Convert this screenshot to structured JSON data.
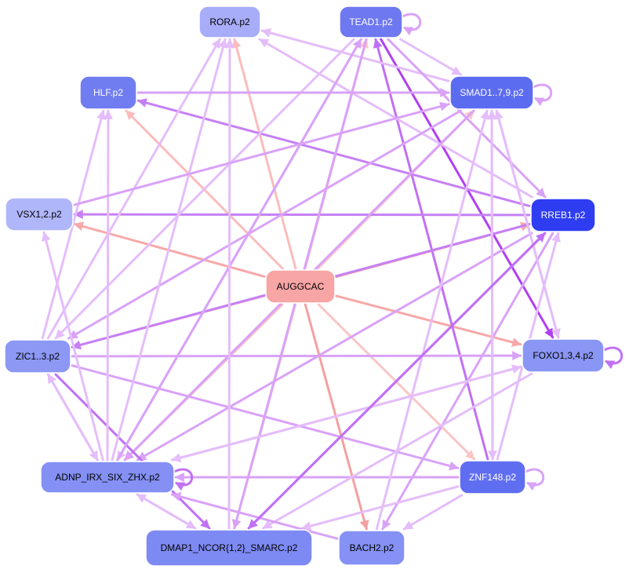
{
  "nodes": [
    {
      "id": "AUGGCAC",
      "label": "AUGGCAC",
      "fill": "#f8a5a5",
      "text": "#000000"
    },
    {
      "id": "RORA",
      "label": "RORA.p2",
      "fill": "#a8adf9",
      "text": "#000000"
    },
    {
      "id": "TEAD1",
      "label": "TEAD1.p2",
      "fill": "#6e78f0",
      "text": "#ffffff"
    },
    {
      "id": "HLF",
      "label": "HLF.p2",
      "fill": "#707df0",
      "text": "#ffffff"
    },
    {
      "id": "SMAD",
      "label": "SMAD1..7,9.p2",
      "fill": "#5c6cf1",
      "text": "#ffffff"
    },
    {
      "id": "VSX",
      "label": "VSX1,2.p2",
      "fill": "#b0b6fa",
      "text": "#000000"
    },
    {
      "id": "RREB1",
      "label": "RREB1.p2",
      "fill": "#2e3df2",
      "text": "#ffffff"
    },
    {
      "id": "ZIC",
      "label": "ZIC1..3.p2",
      "fill": "#8c98f4",
      "text": "#000000"
    },
    {
      "id": "FOXO",
      "label": "FOXO1,3,4.p2",
      "fill": "#8a96f4",
      "text": "#000000"
    },
    {
      "id": "ADNP",
      "label": "ADNP_IRX_SIX_ZHX.p2",
      "fill": "#8490f3",
      "text": "#000000"
    },
    {
      "id": "ZNF148",
      "label": "ZNF148.p2",
      "fill": "#5f6ef0",
      "text": "#ffffff"
    },
    {
      "id": "DMAP1",
      "label": "DMAP1_NCOR{1,2}_SMARC.p2",
      "fill": "#7e8af3",
      "text": "#000000"
    },
    {
      "id": "BACH2",
      "label": "BACH2.p2",
      "fill": "#8591f4",
      "text": "#000000"
    }
  ],
  "edges": [
    {
      "from": "AUGGCAC",
      "to": "RORA",
      "color": "#fbbcbc"
    },
    {
      "from": "AUGGCAC",
      "to": "TEAD1",
      "color": "#fbc6c6"
    },
    {
      "from": "AUGGCAC",
      "to": "HLF",
      "color": "#fbbcbc"
    },
    {
      "from": "AUGGCAC",
      "to": "SMAD",
      "color": "#fbc6c6"
    },
    {
      "from": "AUGGCAC",
      "to": "VSX",
      "color": "#f7a8a8"
    },
    {
      "from": "AUGGCAC",
      "to": "RREB1",
      "color": "#f7a8a8"
    },
    {
      "from": "AUGGCAC",
      "to": "ZIC",
      "color": "#fbc6c6"
    },
    {
      "from": "AUGGCAC",
      "to": "FOXO",
      "color": "#f7a8a8"
    },
    {
      "from": "AUGGCAC",
      "to": "ADNP",
      "color": "#fbbcbc"
    },
    {
      "from": "AUGGCAC",
      "to": "ZNF148",
      "color": "#fbc6c6"
    },
    {
      "from": "AUGGCAC",
      "to": "DMAP1",
      "color": "#fbc6c6"
    },
    {
      "from": "AUGGCAC",
      "to": "BACH2",
      "color": "#f4a0a0"
    },
    {
      "from": "TEAD1",
      "to": "FOXO",
      "color": "#b040f0"
    },
    {
      "from": "ZNF148",
      "to": "TEAD1",
      "color": "#c070f5"
    },
    {
      "from": "RREB1",
      "to": "HLF",
      "color": "#c680f5"
    },
    {
      "from": "RREB1",
      "to": "VSX",
      "color": "#c680f5"
    },
    {
      "from": "RREB1",
      "to": "ZIC",
      "color": "#c680f5"
    },
    {
      "from": "RREB1",
      "to": "DMAP1",
      "color": "#c070f5"
    },
    {
      "from": "RREB1",
      "to": "ADNP",
      "color": "#d9a2f8"
    },
    {
      "from": "RREB1",
      "to": "BACH2",
      "color": "#d9a2f8"
    },
    {
      "from": "RREB1",
      "to": "RORA",
      "color": "#e4bdfa"
    },
    {
      "from": "SMAD",
      "to": "RORA",
      "color": "#e4bdfa"
    },
    {
      "from": "SMAD",
      "to": "ZIC",
      "color": "#d9a2f8"
    },
    {
      "from": "SMAD",
      "to": "ADNP",
      "color": "#d9a2f8"
    },
    {
      "from": "SMAD",
      "to": "FOXO",
      "color": "#e4bdfa"
    },
    {
      "from": "SMAD",
      "to": "ZNF148",
      "color": "#e4bdfa"
    },
    {
      "from": "TEAD1",
      "to": "RREB1",
      "color": "#d9a2f8"
    },
    {
      "from": "TEAD1",
      "to": "SMAD",
      "color": "#e4bdfa"
    },
    {
      "from": "TEAD1",
      "to": "ADNP",
      "color": "#e4bdfa"
    },
    {
      "from": "TEAD1",
      "to": "DMAP1",
      "color": "#d9a2f8"
    },
    {
      "from": "TEAD1",
      "to": "ZIC",
      "color": "#e4bdfa"
    },
    {
      "from": "ZIC",
      "to": "FOXO",
      "color": "#d9a2f8"
    },
    {
      "from": "ZIC",
      "to": "RORA",
      "color": "#e4bdfa"
    },
    {
      "from": "ZIC",
      "to": "HLF",
      "color": "#e4bdfa"
    },
    {
      "from": "ZIC",
      "to": "ZNF148",
      "color": "#d9a2f8"
    },
    {
      "from": "ZIC",
      "to": "DMAP1",
      "color": "#c070f5"
    },
    {
      "from": "ZIC",
      "to": "ADNP",
      "color": "#e4bdfa"
    },
    {
      "from": "ADNP",
      "to": "ZIC",
      "color": "#e4bdfa"
    },
    {
      "from": "ADNP",
      "to": "HLF",
      "color": "#e4bdfa"
    },
    {
      "from": "ADNP",
      "to": "VSX",
      "color": "#e4bdfa"
    },
    {
      "from": "ADNP",
      "to": "RORA",
      "color": "#e4bdfa"
    },
    {
      "from": "ADNP",
      "to": "TEAD1",
      "color": "#d9a2f8"
    },
    {
      "from": "ADNP",
      "to": "DMAP1",
      "color": "#e4bdfa"
    },
    {
      "from": "ADNP",
      "to": "FOXO",
      "color": "#e4bdfa"
    },
    {
      "from": "ZNF148",
      "to": "ADNP",
      "color": "#d9a2f8"
    },
    {
      "from": "ZNF148",
      "to": "SMAD",
      "color": "#e4bdfa"
    },
    {
      "from": "ZNF148",
      "to": "RREB1",
      "color": "#e4bdfa"
    },
    {
      "from": "ZNF148",
      "to": "DMAP1",
      "color": "#e4bdfa"
    },
    {
      "from": "ZNF148",
      "to": "BACH2",
      "color": "#e4bdfa"
    },
    {
      "from": "FOXO",
      "to": "DMAP1",
      "color": "#e4bdfa"
    },
    {
      "from": "FOXO",
      "to": "ADNP",
      "color": "#e4bdfa"
    },
    {
      "from": "FOXO",
      "to": "SMAD",
      "color": "#e4bdfa"
    },
    {
      "from": "BACH2",
      "to": "ADNP",
      "color": "#d9a2f8"
    },
    {
      "from": "BACH2",
      "to": "SMAD",
      "color": "#e4bdfa"
    },
    {
      "from": "DMAP1",
      "to": "RREB1",
      "color": "#c070f5"
    },
    {
      "from": "DMAP1",
      "to": "ADNP",
      "color": "#e4bdfa"
    },
    {
      "from": "DMAP1",
      "to": "RORA",
      "color": "#e4bdfa"
    },
    {
      "from": "HLF",
      "to": "SMAD",
      "color": "#d9a2f8"
    },
    {
      "from": "VSX",
      "to": "SMAD",
      "color": "#d9a2f8"
    }
  ],
  "self_loops": [
    {
      "node": "TEAD1",
      "color": "#d9a2f8"
    },
    {
      "node": "SMAD",
      "color": "#d9a2f8"
    },
    {
      "node": "FOXO",
      "color": "#c070f5"
    },
    {
      "node": "ADNP",
      "color": "#c070f5"
    },
    {
      "node": "ZNF148",
      "color": "#d9a2f8"
    }
  ]
}
